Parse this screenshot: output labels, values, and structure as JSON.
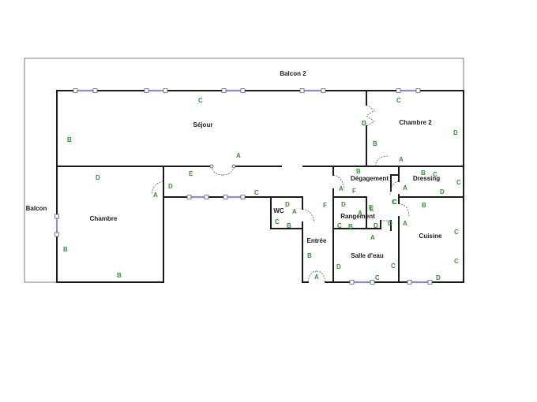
{
  "colors": {
    "wall": "#1a1a1a",
    "window": "#8a8ad0",
    "marker": "#2a9a2a",
    "outline": "#555555"
  },
  "outside": [
    {
      "id": "balcon2",
      "label": "Balcon 2"
    },
    {
      "id": "balcon",
      "label": "Balcon"
    }
  ],
  "rooms": [
    {
      "id": "sejour",
      "label": "Séjour"
    },
    {
      "id": "chambre2",
      "label": "Chambre 2"
    },
    {
      "id": "chambre",
      "label": "Chambre"
    },
    {
      "id": "degagement",
      "label": "Dégagement"
    },
    {
      "id": "dressing",
      "label": "Dressing"
    },
    {
      "id": "wc",
      "label": "WC"
    },
    {
      "id": "rangement",
      "label": "Rangement"
    },
    {
      "id": "entree",
      "label": "Entrée"
    },
    {
      "id": "salle-d-eau",
      "label": "Salle d'eau"
    },
    {
      "id": "cuisine",
      "label": "Cuisine"
    }
  ],
  "markers": [
    "C",
    "B",
    "A",
    "E",
    "D",
    "C",
    "D",
    "B",
    "A",
    "D",
    "B",
    "A",
    "C",
    "B",
    "A",
    "C",
    "D",
    "E",
    "D",
    "A",
    "C",
    "B",
    "D",
    "C",
    "B",
    "A",
    "F",
    "D",
    "C",
    "F",
    "E",
    "A",
    "D",
    "C",
    "D",
    "A",
    "C",
    "B",
    "C",
    "A",
    "C",
    "B",
    "B",
    "D",
    "A",
    "C",
    "D",
    "C",
    "B",
    "D"
  ]
}
